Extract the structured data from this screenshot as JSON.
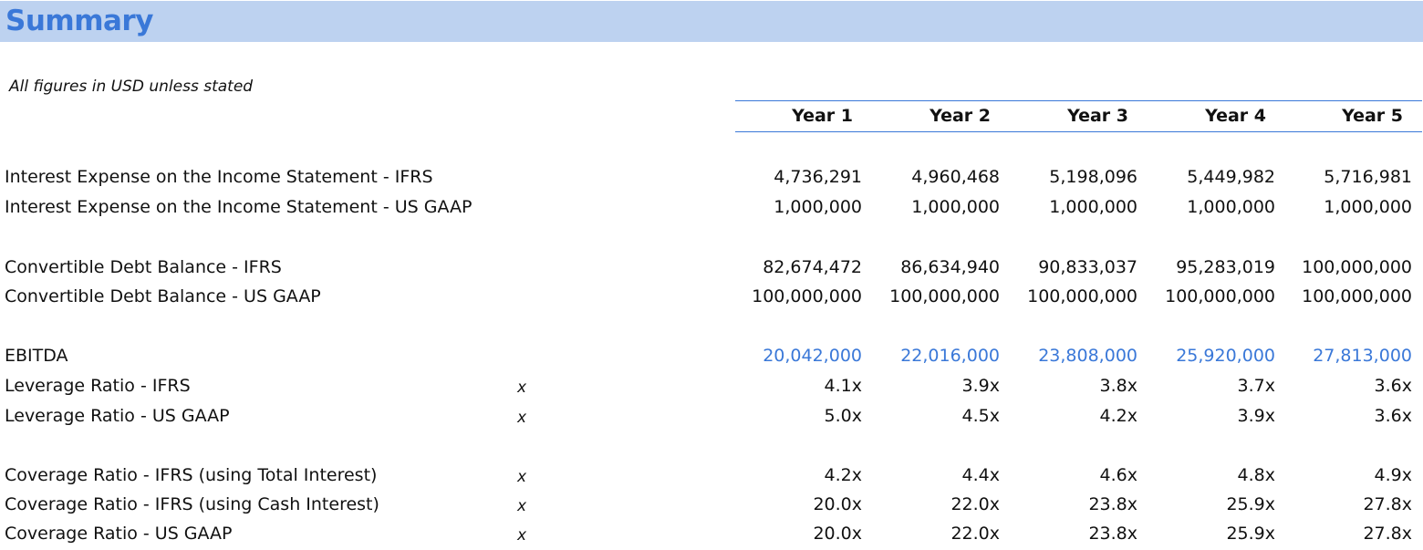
{
  "title": "Summary",
  "note": "All figures in USD unless stated",
  "years": [
    "Year 1",
    "Year 2",
    "Year 3",
    "Year 4",
    "Year 5"
  ],
  "rows": [
    {
      "label": "Interest Expense on the Income Statement - IFRS",
      "unit": "",
      "values": [
        "4,736,291",
        "4,960,468",
        "5,198,096",
        "5,449,982",
        "5,716,981"
      ]
    },
    {
      "label": "Interest Expense on the Income Statement - US GAAP",
      "unit": "",
      "values": [
        "1,000,000",
        "1,000,000",
        "1,000,000",
        "1,000,000",
        "1,000,000"
      ]
    },
    {
      "label": "Convertible Debt Balance - IFRS",
      "unit": "",
      "values": [
        "82,674,472",
        "86,634,940",
        "90,833,037",
        "95,283,019",
        "100,000,000"
      ]
    },
    {
      "label": "Convertible Debt Balance - US GAAP",
      "unit": "",
      "values": [
        "100,000,000",
        "100,000,000",
        "100,000,000",
        "100,000,000",
        "100,000,000"
      ]
    },
    {
      "label": "EBITDA",
      "unit": "",
      "values": [
        "20,042,000",
        "22,016,000",
        "23,808,000",
        "25,920,000",
        "27,813,000"
      ]
    },
    {
      "label": "Leverage Ratio - IFRS",
      "unit": "x",
      "values": [
        "4.1x",
        "3.9x",
        "3.8x",
        "3.7x",
        "3.6x"
      ]
    },
    {
      "label": "Leverage Ratio - US GAAP",
      "unit": "x",
      "values": [
        "5.0x",
        "4.5x",
        "4.2x",
        "3.9x",
        "3.6x"
      ]
    },
    {
      "label": "Coverage Ratio - IFRS (using Total Interest)",
      "unit": "x",
      "values": [
        "4.2x",
        "4.4x",
        "4.6x",
        "4.8x",
        "4.9x"
      ]
    },
    {
      "label": "Coverage Ratio - IFRS (using Cash Interest)",
      "unit": "x",
      "values": [
        "20.0x",
        "22.0x",
        "23.8x",
        "25.9x",
        "27.8x"
      ]
    },
    {
      "label": "Coverage Ratio - US GAAP",
      "unit": "x",
      "values": [
        "20.0x",
        "22.0x",
        "23.8x",
        "25.9x",
        "27.8x"
      ]
    }
  ],
  "colors": {
    "accent": "#3a78d8",
    "title_bg": "#bdd2f0"
  }
}
